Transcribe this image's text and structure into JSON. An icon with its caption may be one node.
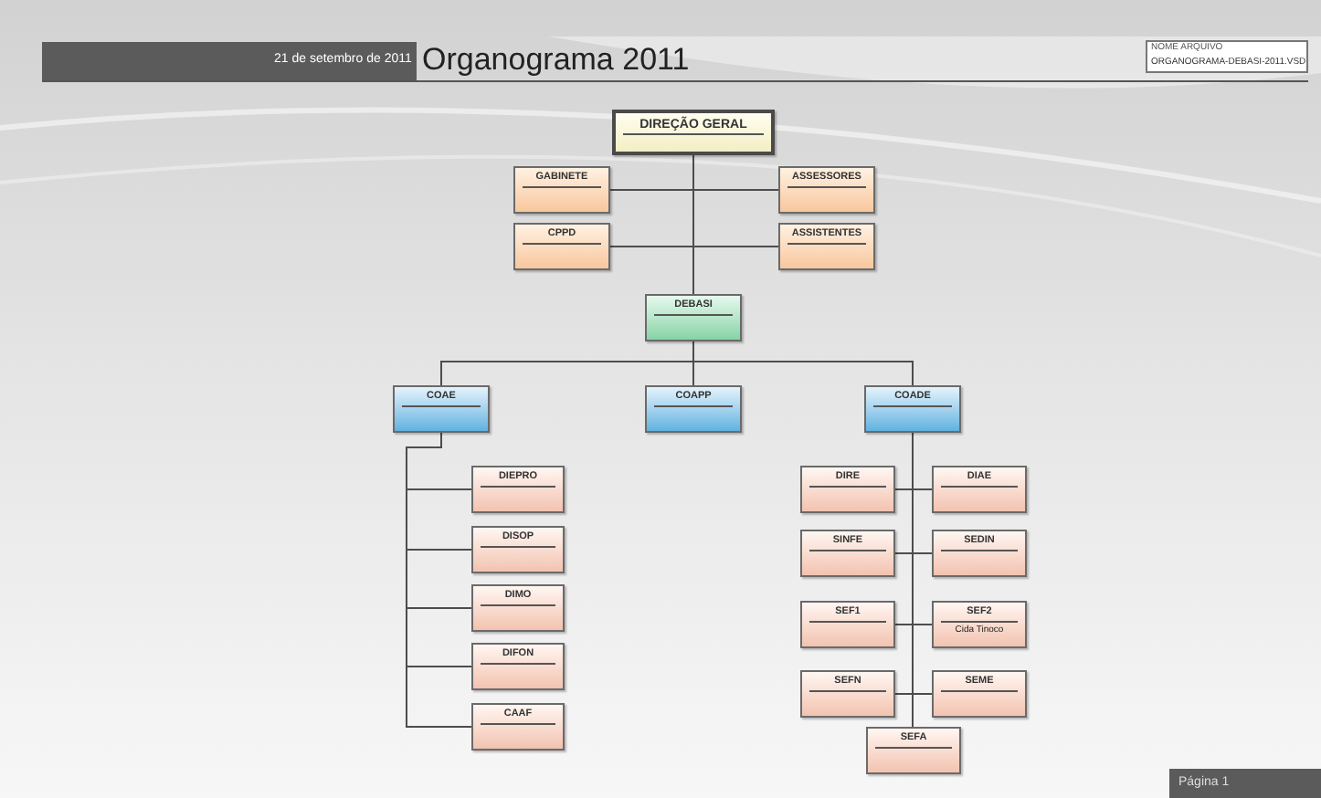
{
  "diagram": {
    "title": "Organograma 2011",
    "nodes": [
      {
        "text": [
          "DIREÇÃO GERAL"
        ]
      },
      {
        "text": [
          "GABINETE"
        ]
      },
      {
        "text": [
          "ASSESSORES"
        ]
      },
      {
        "text": [
          "CPPD"
        ]
      },
      {
        "text": [
          "ASSISTENTES"
        ]
      },
      {
        "text": [
          "DEBASI"
        ]
      },
      {
        "text": [
          "COAE"
        ]
      },
      {
        "text": [
          "COAPP"
        ]
      },
      {
        "text": [
          "COADE"
        ]
      },
      {
        "text": [
          "DIEPRO"
        ]
      },
      {
        "text": [
          "DISOP"
        ]
      },
      {
        "text": [
          "DIMO"
        ]
      },
      {
        "text": [
          "DIFON"
        ]
      },
      {
        "text": [
          "CAAF"
        ]
      },
      {
        "text": [
          "DIRE"
        ]
      },
      {
        "text": [
          "DIAE"
        ]
      },
      {
        "text": [
          "SINFE"
        ]
      },
      {
        "text": [
          "SEDIN"
        ]
      },
      {
        "text": [
          "SEF1"
        ]
      },
      {
        "text": [
          "SEF2",
          "Cida Tinoco"
        ]
      },
      {
        "text": [
          "SEFN"
        ]
      },
      {
        "text": [
          "SEME"
        ]
      },
      {
        "text": [
          "SEFA"
        ]
      }
    ],
    "edges": [
      {
        "from": 0,
        "to": 1,
        "arrow": "none"
      },
      {
        "from": 0,
        "to": 2,
        "arrow": "none"
      },
      {
        "from": 0,
        "to": 3,
        "arrow": "none"
      },
      {
        "from": 0,
        "to": 4,
        "arrow": "none"
      },
      {
        "from": 0,
        "to": 5,
        "arrow": "none"
      },
      {
        "from": 5,
        "to": 6,
        "arrow": "none"
      },
      {
        "from": 5,
        "to": 7,
        "arrow": "none"
      },
      {
        "from": 5,
        "to": 8,
        "arrow": "none"
      },
      {
        "from": 6,
        "to": 9,
        "arrow": "none"
      },
      {
        "from": 6,
        "to": 10,
        "arrow": "none"
      },
      {
        "from": 6,
        "to": 11,
        "arrow": "none"
      },
      {
        "from": 6,
        "to": 12,
        "arrow": "none"
      },
      {
        "from": 6,
        "to": 13,
        "arrow": "none"
      },
      {
        "from": 8,
        "to": 14,
        "arrow": "none"
      },
      {
        "from": 8,
        "to": 15,
        "arrow": "none"
      },
      {
        "from": 8,
        "to": 16,
        "arrow": "none"
      },
      {
        "from": 8,
        "to": 17,
        "arrow": "none"
      },
      {
        "from": 8,
        "to": 18,
        "arrow": "none"
      },
      {
        "from": 8,
        "to": 19,
        "arrow": "none"
      },
      {
        "from": 8,
        "to": 20,
        "arrow": "none"
      },
      {
        "from": 8,
        "to": 21,
        "arrow": "none"
      },
      {
        "from": 8,
        "to": 22,
        "arrow": "none"
      }
    ],
    "labels": [
      "21 de setembro de 2011",
      "NOME ARQUIVO",
      "ORGANOGRAMA-DEBASI-2011.VSD",
      "Página 1"
    ]
  }
}
